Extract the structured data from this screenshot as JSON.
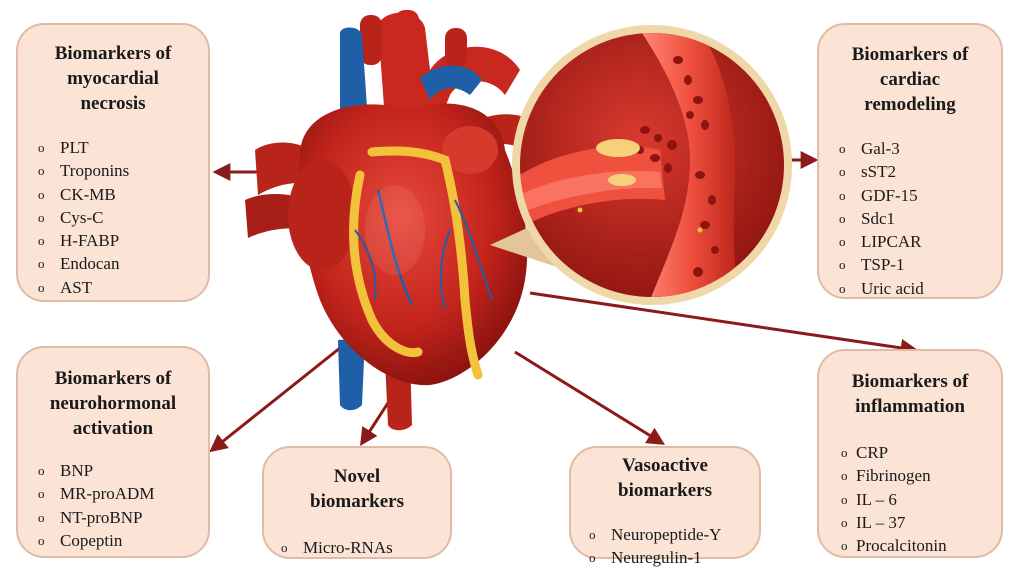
{
  "bullet_symbol": "o",
  "boxes": {
    "necrosis": {
      "title": "Biomarkers of myocardial necrosis",
      "title_lines": [
        "Biomarkers of",
        "myocardial",
        "necrosis"
      ],
      "items": [
        "PLT",
        "Troponins",
        "CK-MB",
        "Cys-C",
        "H-FABP",
        "Endocan",
        "AST"
      ]
    },
    "remodeling": {
      "title": "Biomarkers of cardiac remodeling",
      "title_lines": [
        "Biomarkers of",
        "cardiac",
        "remodeling"
      ],
      "items": [
        "Gal-3",
        "sST2",
        "GDF-15",
        "Sdc1",
        "LIPCAR",
        "TSP-1",
        "Uric acid"
      ]
    },
    "neurohormonal": {
      "title": "Biomarkers of neurohormonal activation",
      "title_lines": [
        "Biomarkers of",
        "neurohormonal",
        "activation"
      ],
      "items": [
        "BNP",
        "MR-proADM",
        "NT-proBNP",
        "Copeptin"
      ]
    },
    "novel": {
      "title": "Novel biomarkers",
      "title_lines": [
        "Novel",
        "biomarkers"
      ],
      "items": [
        "Micro-RNAs"
      ]
    },
    "vasoactive": {
      "title": "Vasoactive biomarkers",
      "title_lines": [
        "Vasoactive",
        "biomarkers"
      ],
      "items": [
        "Neuropeptide-Y",
        "Neuregulin-1"
      ]
    },
    "inflammation": {
      "title": "Biomarkers of inflammation",
      "title_lines": [
        "Biomarkers of",
        "inflammation"
      ],
      "items": [
        "CRP",
        "Fibrinogen",
        "IL – 6",
        "IL – 37",
        "Procalcitonin"
      ]
    }
  },
  "colors": {
    "box_fill": "#fbe3d6",
    "box_border": "#e2bba6",
    "arrow": "#8b1a1a",
    "heart_red": "#c8281e",
    "vessel_blue": "#1f5fa8",
    "fat_yellow": "#f2c23a"
  },
  "icons": {
    "heart": "anatomical-heart-illustration",
    "vessel": "magnified-blood-vessel-illustration"
  }
}
